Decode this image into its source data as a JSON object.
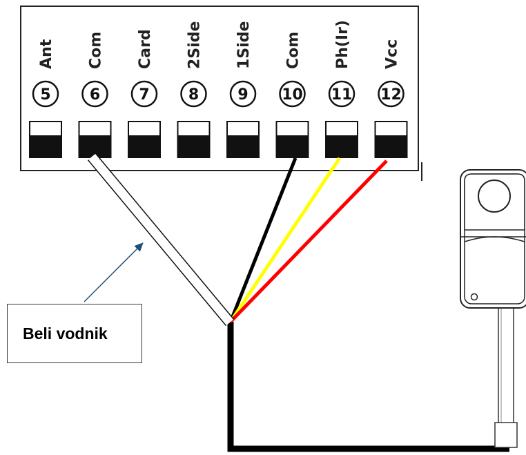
{
  "terminal_block": {
    "terminals": [
      {
        "label": "Ant",
        "number": "5"
      },
      {
        "label": "Com",
        "number": "6"
      },
      {
        "label": "Card",
        "number": "7"
      },
      {
        "label": "2Side",
        "number": "8"
      },
      {
        "label": "1Side",
        "number": "9"
      },
      {
        "label": "Com",
        "number": "10"
      },
      {
        "label": "Ph(Ir)",
        "number": "11"
      },
      {
        "label": "Vcc",
        "number": "12"
      }
    ]
  },
  "wires": [
    {
      "color": "#ffffff",
      "terminal_number": "6"
    },
    {
      "color": "#000000",
      "terminal_number": "10"
    },
    {
      "color": "#ffff00",
      "terminal_number": "11"
    },
    {
      "color": "#ff0000",
      "terminal_number": "12"
    }
  ],
  "callout": {
    "text": "Beli vodnik",
    "points_to": "white wire"
  },
  "device": {
    "icon": "photocell-sensor-icon"
  }
}
